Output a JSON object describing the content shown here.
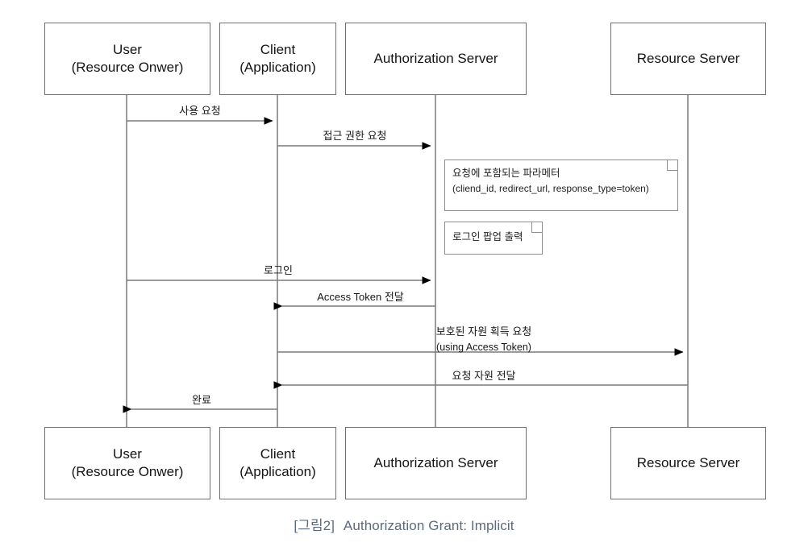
{
  "diagram": {
    "type": "uml-sequence-diagram",
    "caption_number": "[그림2]",
    "caption_text": "Authorization Grant: Implicit",
    "colors": {
      "box_border": "#6f6f6f",
      "note_border": "#8d8d8d",
      "line": "#7a7a7a",
      "arrowhead": "#000000",
      "caption": "#5b6b7c",
      "background": "#ffffff"
    },
    "participants": [
      {
        "id": "user",
        "line1": "User",
        "line2": "(Resource Onwer)"
      },
      {
        "id": "client",
        "line1": "Client",
        "line2": "(Application)"
      },
      {
        "id": "auth",
        "line1": "Authorization Server",
        "line2": ""
      },
      {
        "id": "resource",
        "line1": "Resource Server",
        "line2": ""
      }
    ],
    "messages": [
      {
        "id": "m1",
        "label": "사용 요청",
        "sub": "",
        "from": "user",
        "to": "client",
        "direction": "right"
      },
      {
        "id": "m2",
        "label": "접근 권한 요청",
        "sub": "",
        "from": "client",
        "to": "auth",
        "direction": "right"
      },
      {
        "id": "m3",
        "label": "로그인",
        "sub": "",
        "from": "user",
        "to": "auth",
        "direction": "right"
      },
      {
        "id": "m4",
        "label": "Access Token 전달",
        "sub": "",
        "from": "auth",
        "to": "client",
        "direction": "left"
      },
      {
        "id": "m5",
        "label": "보호된 자원 획득 요청",
        "sub": "(using Access Token)",
        "from": "client",
        "to": "resource",
        "direction": "right"
      },
      {
        "id": "m6",
        "label": "요청 자원 전달",
        "sub": "",
        "from": "resource",
        "to": "client",
        "direction": "left"
      },
      {
        "id": "m7",
        "label": "완료",
        "sub": "",
        "from": "client",
        "to": "user",
        "direction": "left"
      }
    ],
    "notes": [
      {
        "id": "n1",
        "line1": "요청에 포함되는 파라메터",
        "line2": "(cliend_id, redirect_url, response_type=token)",
        "attached_to": "auth"
      },
      {
        "id": "n2",
        "line1": "로그인 팝업 출력",
        "line2": "",
        "attached_to": "auth"
      }
    ]
  }
}
